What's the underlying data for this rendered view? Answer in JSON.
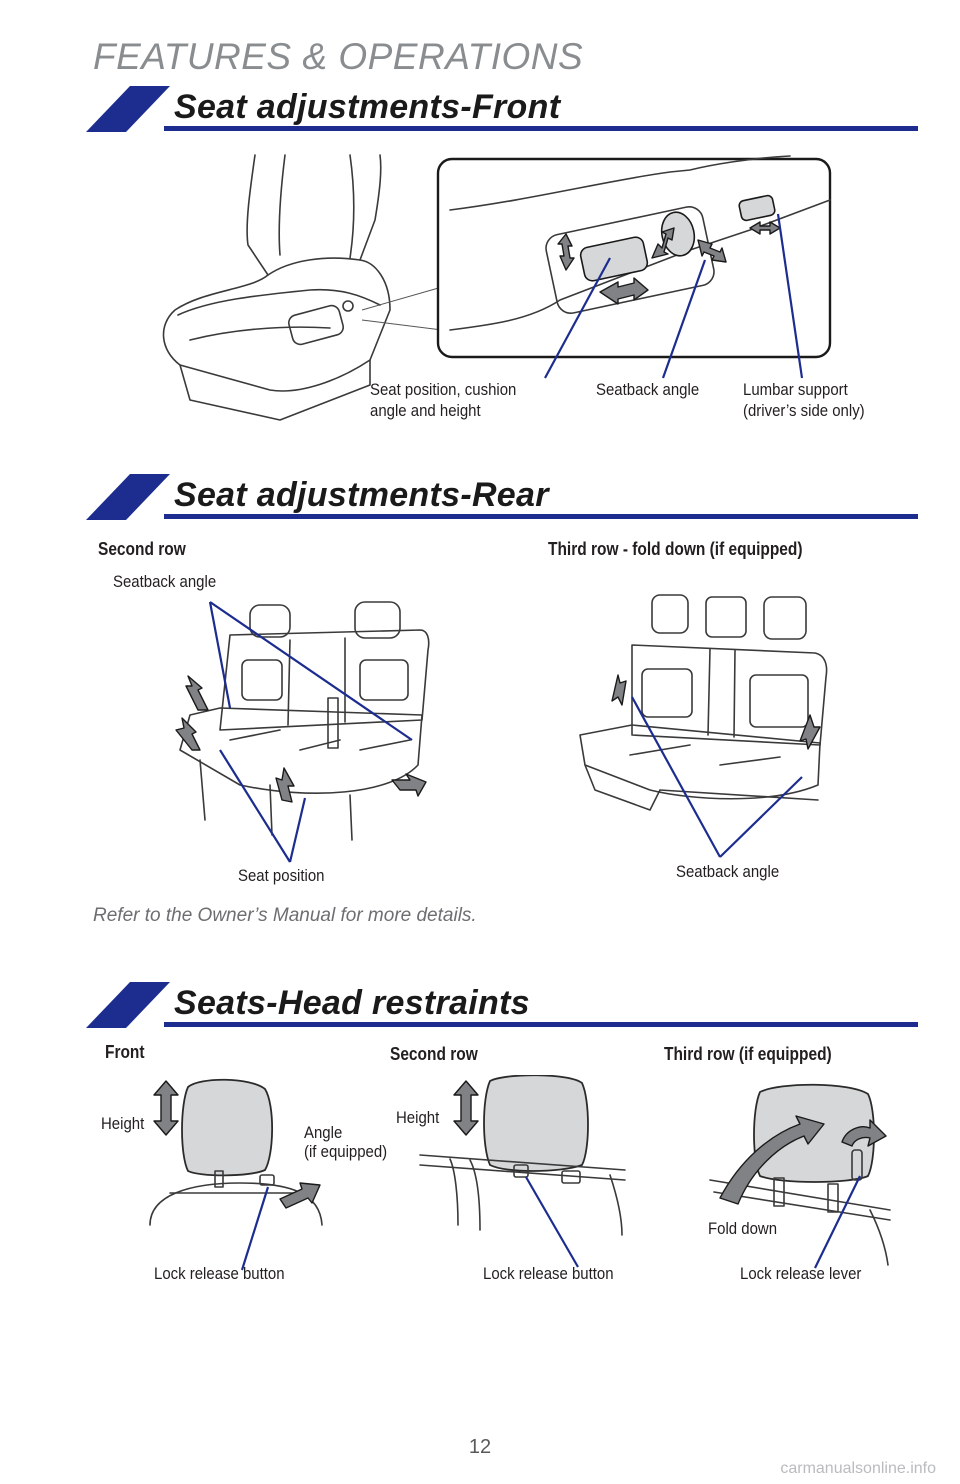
{
  "page": {
    "header": "FEATURES & OPERATIONS",
    "page_number": "12",
    "watermark": "carmanualsonline.info"
  },
  "front": {
    "title": "Seat adjustments-Front",
    "labels": {
      "seat_position_l1": "Seat position, cushion",
      "seat_position_l2": "angle and height",
      "seatback_angle": "Seatback angle",
      "lumbar_l1": "Lumbar support",
      "lumbar_l2": "(driver’s side only)"
    }
  },
  "rear": {
    "title": "Seat adjustments-Rear",
    "second_row": {
      "heading": "Second row",
      "seatback_angle": "Seatback angle",
      "seat_position": "Seat position"
    },
    "third_row": {
      "heading": "Third row - fold down (if equipped)",
      "seatback_angle": "Seatback angle"
    },
    "note": "Refer to the Owner’s Manual for more details."
  },
  "head": {
    "title": "Seats-Head restraints",
    "front": {
      "heading": "Front",
      "height": "Height",
      "angle_l1": "Angle",
      "angle_l2": "(if equipped)",
      "lock": "Lock release button"
    },
    "second": {
      "heading": "Second row",
      "height": "Height",
      "lock": "Lock release button"
    },
    "third": {
      "heading": "Third row (if equipped)",
      "fold": "Fold down",
      "lock": "Lock release lever"
    }
  },
  "colors": {
    "accent_blue": "#1c2d8f",
    "header_gray": "#8a8d90"
  }
}
